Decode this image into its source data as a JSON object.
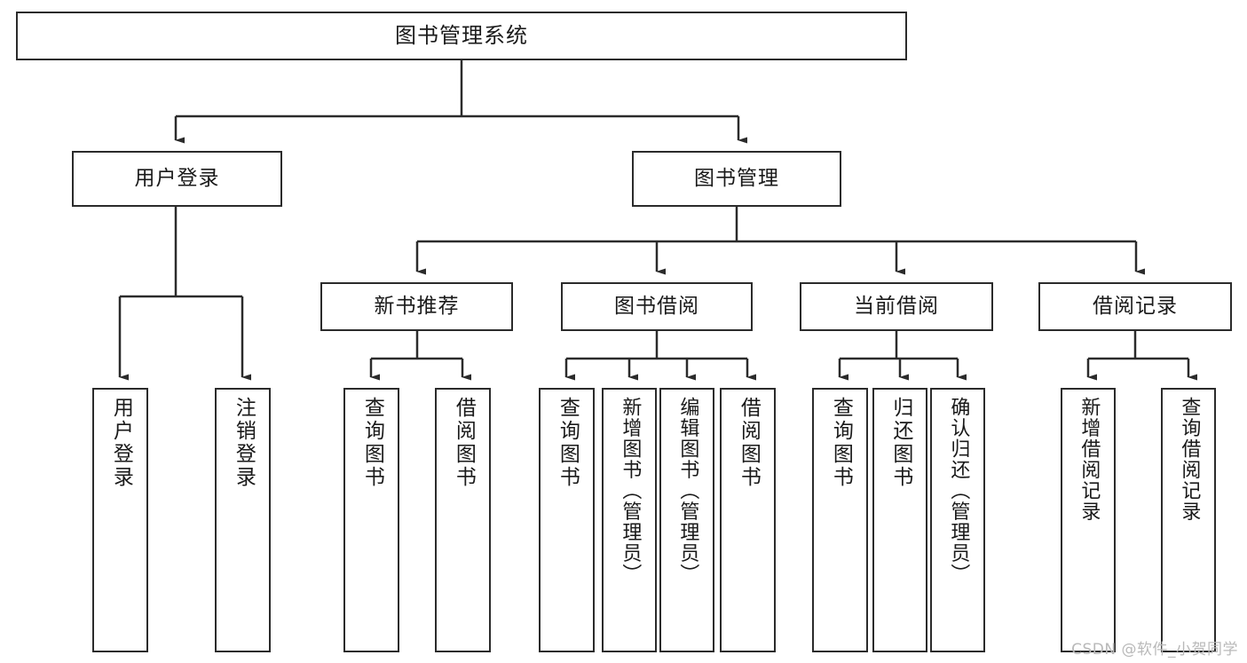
{
  "diagram": {
    "title": "图书管理系统",
    "watermark": "CSDN @软件_小贺同学",
    "accent_color": "#2b2b2b",
    "background_color": "#ffffff",
    "nodes": {
      "root": "图书管理系统",
      "level1": [
        {
          "id": "user-login",
          "label": "用户登录"
        },
        {
          "id": "book-manage",
          "label": "图书管理"
        }
      ],
      "level2": [
        {
          "id": "new-book-recommend",
          "label": "新书推荐"
        },
        {
          "id": "book-borrow",
          "label": "图书借阅"
        },
        {
          "id": "current-borrow",
          "label": "当前借阅"
        },
        {
          "id": "borrow-record",
          "label": "借阅记录"
        }
      ],
      "leaves": [
        {
          "id": "leaf-user-login",
          "label": "用户登录"
        },
        {
          "id": "leaf-logout-login",
          "label": "注销登录"
        },
        {
          "id": "leaf-query-book-1",
          "label": "查询图书"
        },
        {
          "id": "leaf-borrow-book-1",
          "label": "借阅图书"
        },
        {
          "id": "leaf-query-book-2",
          "label": "查询图书"
        },
        {
          "id": "leaf-add-book",
          "label": "新增图书（管理员）"
        },
        {
          "id": "leaf-edit-book",
          "label": "编辑图书（管理员）"
        },
        {
          "id": "leaf-borrow-book-2",
          "label": "借阅图书"
        },
        {
          "id": "leaf-query-book-3",
          "label": "查询图书"
        },
        {
          "id": "leaf-return-book",
          "label": "归还图书"
        },
        {
          "id": "leaf-confirm-return",
          "label": "确认归还（管理员）"
        },
        {
          "id": "leaf-add-record",
          "label": "新增借阅记录"
        },
        {
          "id": "leaf-query-record",
          "label": "查询借阅记录"
        }
      ]
    }
  }
}
